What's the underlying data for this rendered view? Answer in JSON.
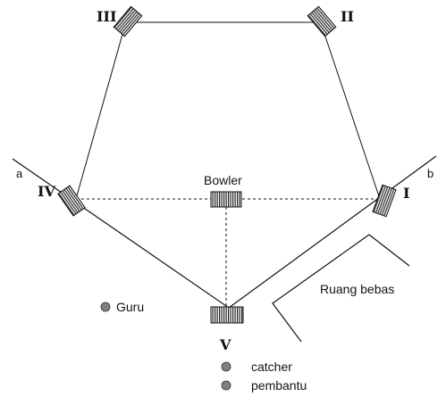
{
  "bases": {
    "I": "I",
    "II": "II",
    "III": "III",
    "IV": "IV",
    "V": "V"
  },
  "labels": {
    "bowler": "Bowler",
    "free_space": "Ruang bebas",
    "guru": "Guru",
    "catcher": "catcher",
    "helper": "pembantu",
    "line_a": "a",
    "line_b": "b"
  },
  "colors": {
    "line": "#111111",
    "dot": "#808080"
  }
}
